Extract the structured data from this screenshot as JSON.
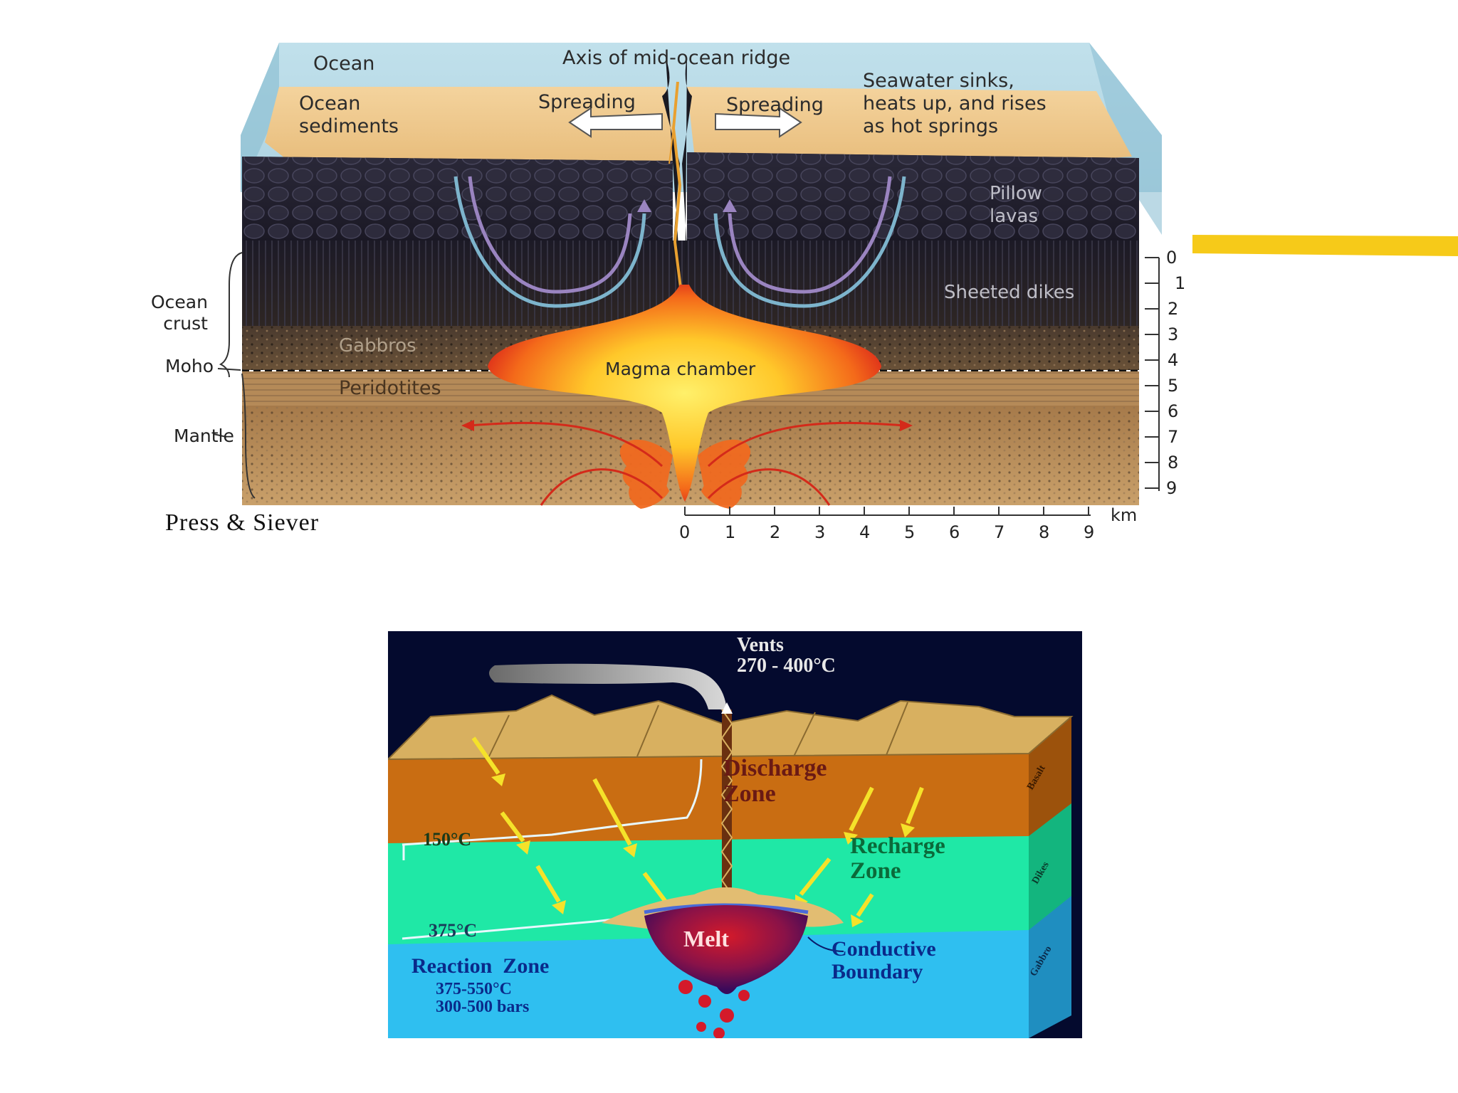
{
  "top_diagram": {
    "labels": {
      "ocean": "Ocean",
      "axis": "Axis of mid-ocean ridge",
      "ocean_sediments": "Ocean\nsediments",
      "spreading_left": "Spreading",
      "spreading_right": "Spreading",
      "seawater": "Seawater sinks,\nheats up, and rises\nas hot springs",
      "pillow_lavas": "Pillow\nlavas",
      "sheeted_dikes": "Sheeted dikes",
      "gabbros": "Gabbros",
      "peridotites": "Peridotites",
      "magma_chamber": "Magma chamber"
    },
    "side_labels": {
      "ocean_crust": "Ocean\ncrust",
      "moho": "Moho",
      "mantle": "Mantle"
    },
    "depth_scale": [
      "0",
      "1",
      "2",
      "3",
      "4",
      "5",
      "6",
      "7",
      "8",
      "9"
    ],
    "horizontal_scale": [
      "0",
      "1",
      "2",
      "3",
      "4",
      "5",
      "6",
      "7",
      "8",
      "9"
    ],
    "scale_unit": "km",
    "credit": "Press & Siever"
  },
  "bottom_diagram": {
    "vents": "Vents\n270 - 400°C",
    "discharge_zone": "Discharge\nZone",
    "recharge_zone": "Recharge\nZone",
    "temp_150": "150°C",
    "temp_375": "375°C",
    "melt": "Melt",
    "reaction_zone": "Reaction  Zone",
    "reaction_details": "375-550°C\n300-500 bars",
    "conductive_boundary": "Conductive\nBoundary",
    "layer_basalt": "Basalt",
    "layer_dikes": "Dikes",
    "layer_gabbro": "Gabbro"
  },
  "colors": {
    "ocean": "#a9d3e2",
    "sediment": "#f2c98d",
    "basalt_dark": "#1f1c2a",
    "magma": "#ffd23a",
    "magma_edge": "#e0281a",
    "b_basalt": "#c96d12",
    "b_dikes": "#1fe8a6",
    "b_gabbro": "#2fbff0",
    "b_melt": "#8a1248"
  }
}
